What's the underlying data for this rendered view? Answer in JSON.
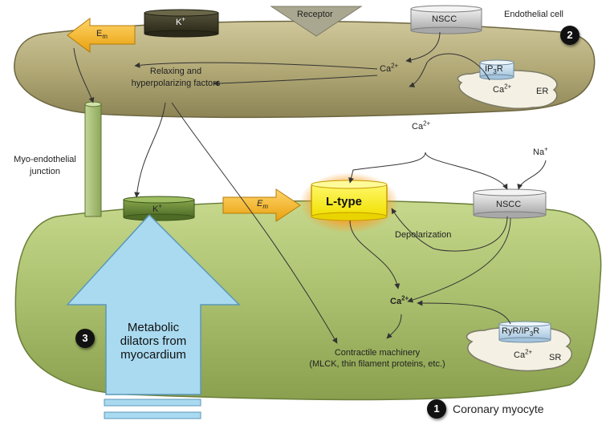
{
  "labels": {
    "receptor": "Receptor",
    "nscc_top": "NSCC",
    "endothelial_cell": "Endothelial cell",
    "k_top": "K",
    "k_top_sup": "+",
    "em_top": "E",
    "em_top_sub": "m",
    "ca_top": "Ca",
    "ca_top_sup": "2+",
    "ip3r_top_a": "IP",
    "ip3r_top_sub": "3",
    "ip3r_top_b": "R",
    "er_ca": "Ca",
    "er_ca_sup": "2+",
    "er": "ER",
    "relaxing_factors": "Relaxing and hyperpolarizing factors",
    "myo_endothelial_junction": "Myo-endothelial junction",
    "ca_extracellular": "Ca",
    "ca_extracellular_sup": "2+",
    "na_extracellular": "Na",
    "na_extracellular_sup": "+",
    "k_bottom": "K",
    "k_bottom_sup": "+",
    "em_bottom": "E",
    "em_bottom_sub": "m",
    "l_type": "L-type",
    "nscc_bottom": "NSCC",
    "depolarization": "Depolarization",
    "ca_bottom": "Ca",
    "ca_bottom_sup": "2+",
    "metabolic_dilators": "Metabolic dilators from myocardium",
    "ryr_ip3r_a": "RyR/IP",
    "ryr_ip3r_sub": "3",
    "ryr_ip3r_b": "R",
    "sr_ca": "Ca",
    "sr_ca_sup": "2+",
    "sr": "SR",
    "contractile_machinery": "Contractile machinery",
    "contractile_detail": "(MLCK, thin filament proteins, etc.)",
    "coronary_myocyte": "Coronary myocyte",
    "marker_1": "1",
    "marker_2": "2",
    "marker_3": "3"
  },
  "colors": {
    "endothelial_cell_fill": "#b5ac7c",
    "myocyte_fill": "#aac06d",
    "channel_dark": "#3d3b26",
    "channel_green": "#6a8a3a",
    "channel_gray": "#c8c8c8",
    "l_type_fill": "#f5ee00",
    "l_type_glow": "#f7a02a",
    "em_arrow": "#f5b51c",
    "metabolic_arrow": "#a9daf0",
    "junction": "#a7bd76",
    "store_fill": "#f4f1e4"
  }
}
